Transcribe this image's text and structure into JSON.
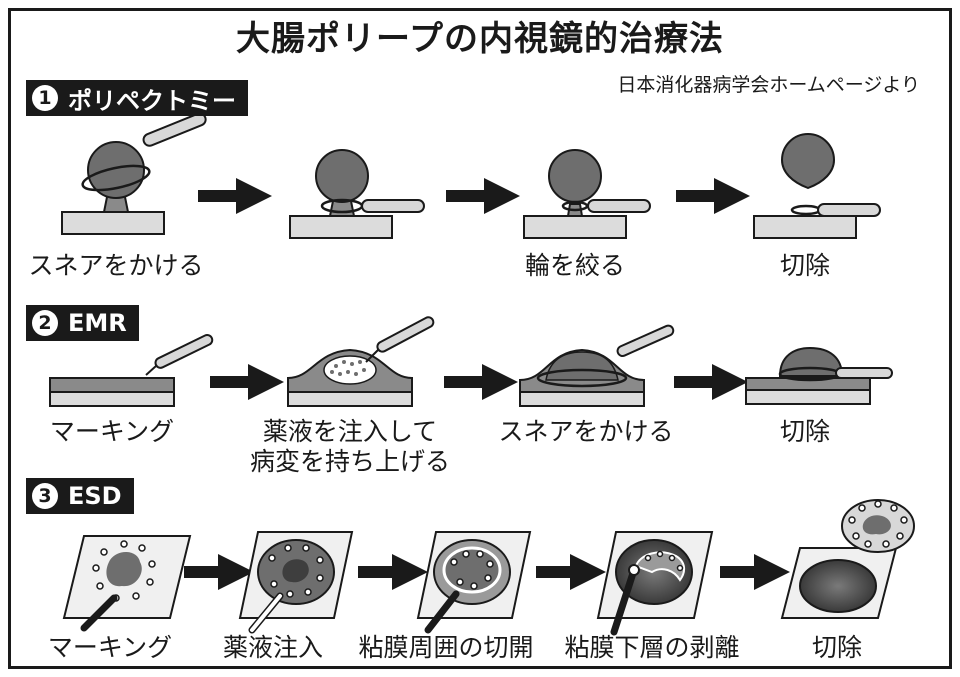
{
  "title": "大腸ポリープの内視鏡的治療法",
  "source": "日本消化器病学会ホームページより",
  "colors": {
    "ink": "#1a1a1a",
    "polyp": "#6e6e6e",
    "mucosa": "#8a8a8a",
    "base": "#dcdcdc",
    "background": "#ffffff"
  },
  "sections": [
    {
      "number": "1",
      "label": "ポリペクトミー",
      "captions": [
        "スネアをかける",
        "輪を絞る",
        "切除"
      ]
    },
    {
      "number": "2",
      "label": "EMR",
      "captions": [
        "マーキング",
        "薬液を注入して",
        "病変を持ち上げる",
        "スネアをかける",
        "切除"
      ]
    },
    {
      "number": "3",
      "label": "ESD",
      "captions": [
        "マーキング",
        "薬液注入",
        "粘膜周囲の切開",
        "粘膜下層の剥離",
        "切除"
      ]
    }
  ]
}
